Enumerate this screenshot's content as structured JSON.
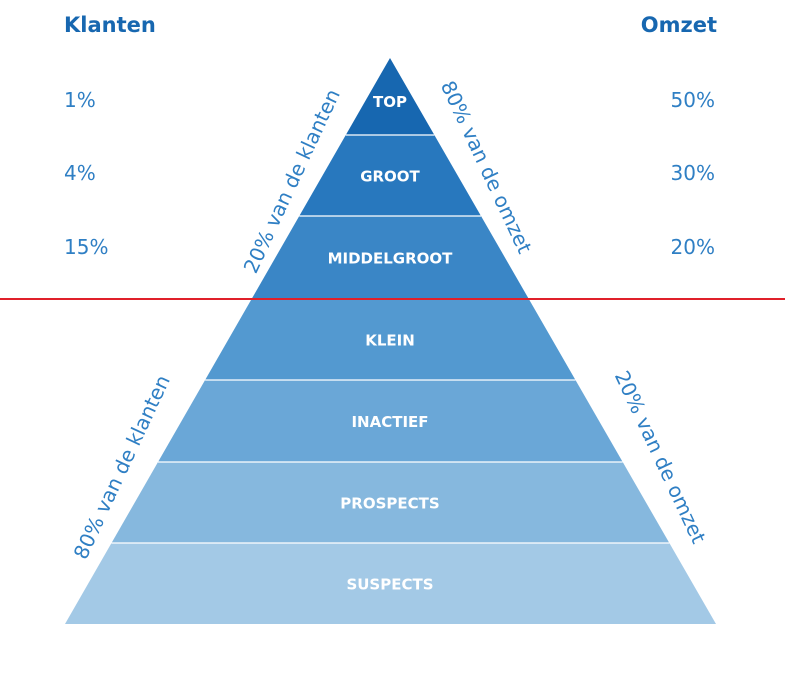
{
  "headers": {
    "left": "Klanten",
    "right": "Omzet"
  },
  "levels": [
    {
      "label": "TOP",
      "klanten": "1%",
      "omzet": "50%",
      "color": "#1767b0"
    },
    {
      "label": "GROOT",
      "klanten": "4%",
      "omzet": "30%",
      "color": "#2878be"
    },
    {
      "label": "MIDDELGROOT",
      "klanten": "15%",
      "omzet": "20%",
      "color": "#3a86c6"
    },
    {
      "label": "KLEIN",
      "color": "#5399d0"
    },
    {
      "label": "INACTIEF",
      "color": "#6aa7d7"
    },
    {
      "label": "PROSPECTS",
      "color": "#86b8de"
    },
    {
      "label": "SUSPECTS",
      "color": "#a3c9e6"
    }
  ],
  "side_labels": {
    "upper_left": "20% van de klanten",
    "upper_right": "80% van de omzet",
    "lower_left": "80% van de klanten",
    "lower_right": "20% van de omzet"
  },
  "colors": {
    "header_text": "#1767b0",
    "value_text": "#2f7fc4",
    "divider": "#e0202a",
    "separator": "#ffffff"
  }
}
